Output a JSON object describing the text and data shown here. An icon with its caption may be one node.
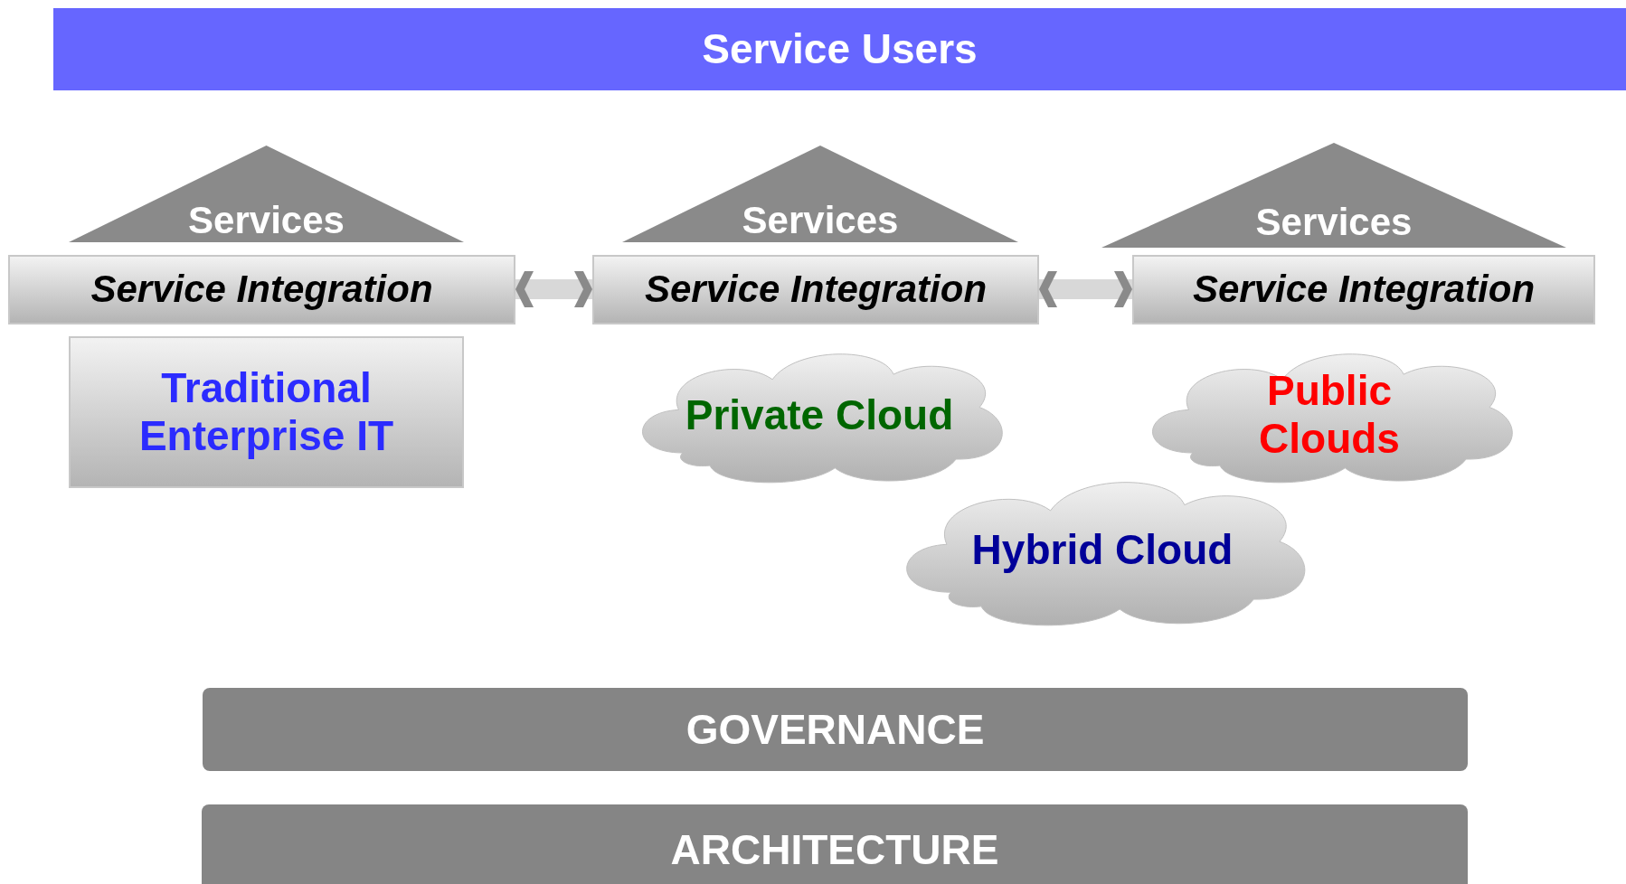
{
  "diagram": {
    "nodes": [
      {
        "text": [
          "Service Users"
        ]
      },
      {
        "text": [
          "Services"
        ]
      },
      {
        "text": [
          "Service Integration"
        ]
      },
      {
        "text": [
          "Traditional Enterprise IT"
        ]
      },
      {
        "text": [
          "Services"
        ]
      },
      {
        "text": [
          "Service Integration"
        ]
      },
      {
        "text": [
          "Private Cloud"
        ]
      },
      {
        "text": [
          "Services"
        ]
      },
      {
        "text": [
          "Service Integration"
        ]
      },
      {
        "text": [
          "Public Clouds"
        ]
      },
      {
        "text": [
          "Hybrid Cloud"
        ]
      },
      {
        "text": [
          "GOVERNANCE"
        ]
      },
      {
        "text": [
          "ARCHITECTURE"
        ]
      }
    ],
    "edges": [
      {
        "from": 2,
        "to": 5,
        "arrow": "both"
      },
      {
        "from": 5,
        "to": 8,
        "arrow": "both"
      }
    ]
  }
}
